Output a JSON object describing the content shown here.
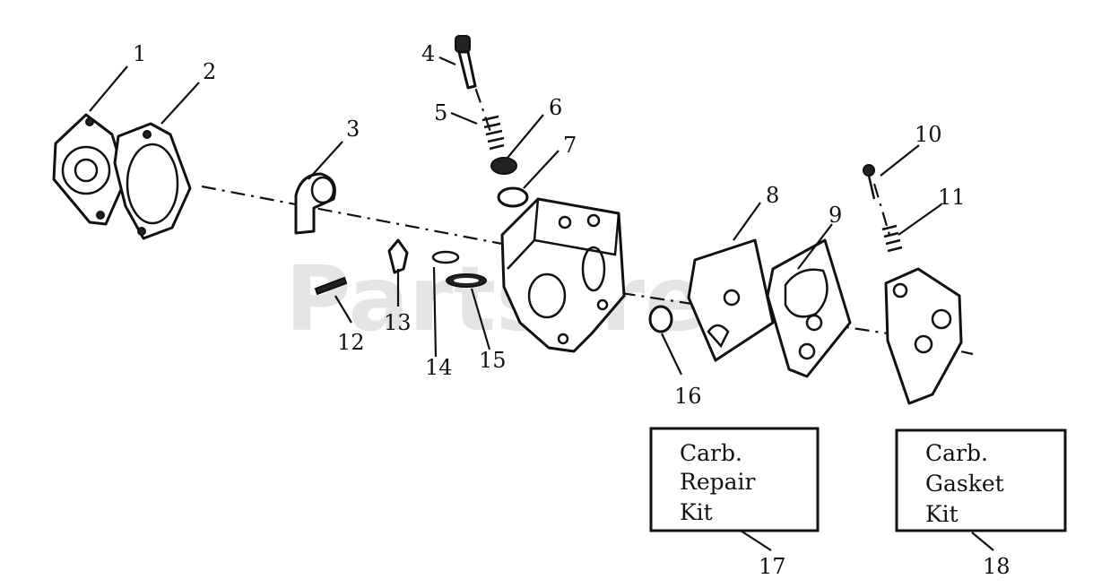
{
  "watermark": "PartsTree",
  "callouts": [
    "1",
    "2",
    "3",
    "4",
    "5",
    "6",
    "7",
    "8",
    "9",
    "10",
    "11",
    "12",
    "13",
    "14",
    "15",
    "16",
    "17",
    "18"
  ],
  "kits": {
    "repair": {
      "line1": "Carb.",
      "line2": "Repair",
      "line3": "Kit"
    },
    "gasket": {
      "line1": "Carb.",
      "line2": "Gasket",
      "line3": "Kit"
    }
  }
}
